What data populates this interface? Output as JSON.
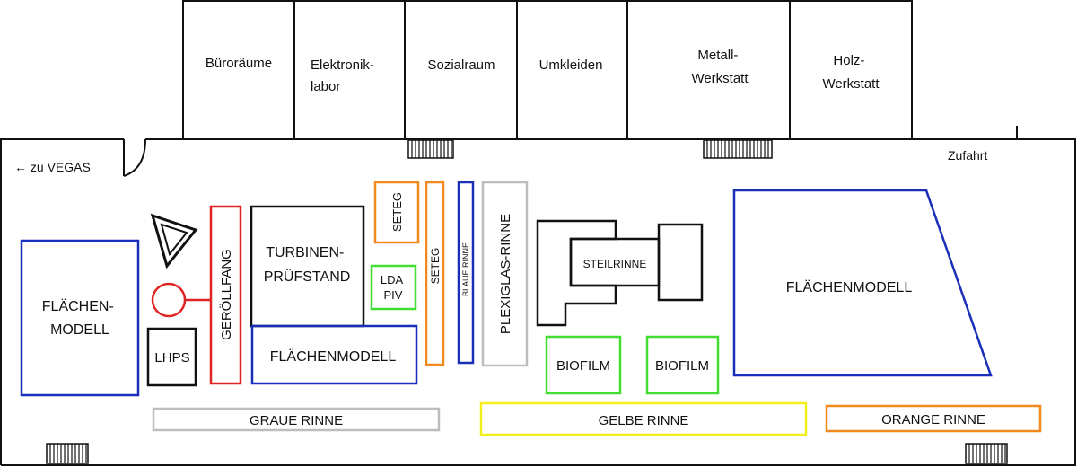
{
  "rooms": {
    "bueroraeume": [
      "Büroräume"
    ],
    "elektroniklabor": [
      "Elektronik-",
      "labor"
    ],
    "sozialraum": [
      "Sozialraum"
    ],
    "umkleiden": [
      "Umkleiden"
    ],
    "metallwerkstatt": [
      "Metall-",
      "Werkstatt"
    ],
    "holzwerkstatt": [
      "Holz-",
      "Werkstatt"
    ]
  },
  "hall": {
    "exit_label": "← zu VEGAS",
    "access_label": "Zufahrt"
  },
  "installations": {
    "flaechenmodell_left": [
      "FLÄCHEN-",
      "MODELL"
    ],
    "lhps": "LHPS",
    "geroellfang": "GERÖLLFANG",
    "turbinen": [
      "TURBINEN-",
      "PRÜFSTAND"
    ],
    "flaechenmodell_mid": "FLÄCHENMODELL",
    "seteg_top": "SETEG",
    "seteg_tall": "SETEG",
    "lda_piv": [
      "LDA",
      "PIV"
    ],
    "blaue_rinne": "BLAUE RINNE",
    "plexiglas_rinne": "PLEXIGLAS-RINNE",
    "steilrinne": "STEILRINNE",
    "biofilm_1": "BIOFILM",
    "biofilm_2": "BIOFILM",
    "flaechenmodell_right": "FLÄCHENMODELL",
    "graue_rinne": "GRAUE RINNE",
    "gelbe_rinne": "GELBE RINNE",
    "orange_rinne": "ORANGE RINNE"
  },
  "colors": {
    "blue": "#1a2fb8",
    "red": "#e02424",
    "orange": "#f08a1c",
    "green": "#44dd33",
    "gray": "#bdbdbd",
    "yellow": "#f2ee1a",
    "black": "#111111"
  }
}
